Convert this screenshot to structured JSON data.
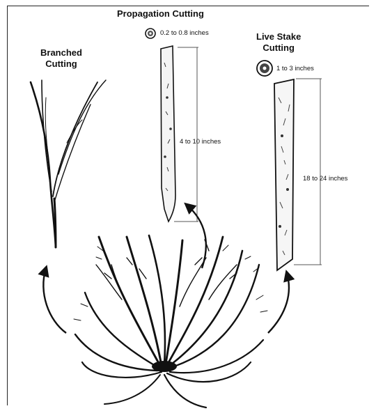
{
  "labels": {
    "propagation_title": "Propagation Cutting",
    "branched_title_line1": "Branched",
    "branched_title_line2": "Cutting",
    "live_stake_title_line1": "Live Stake",
    "live_stake_title_line2": "Cutting",
    "propagation_diameter": "0.2 to 0.8 inches",
    "propagation_length": "4 to 10 inches",
    "live_stake_diameter": "1 to 3 inches",
    "live_stake_length": "18 to 24 inches"
  },
  "colors": {
    "ink": "#111111",
    "border": "#222222",
    "background": "#ffffff"
  }
}
